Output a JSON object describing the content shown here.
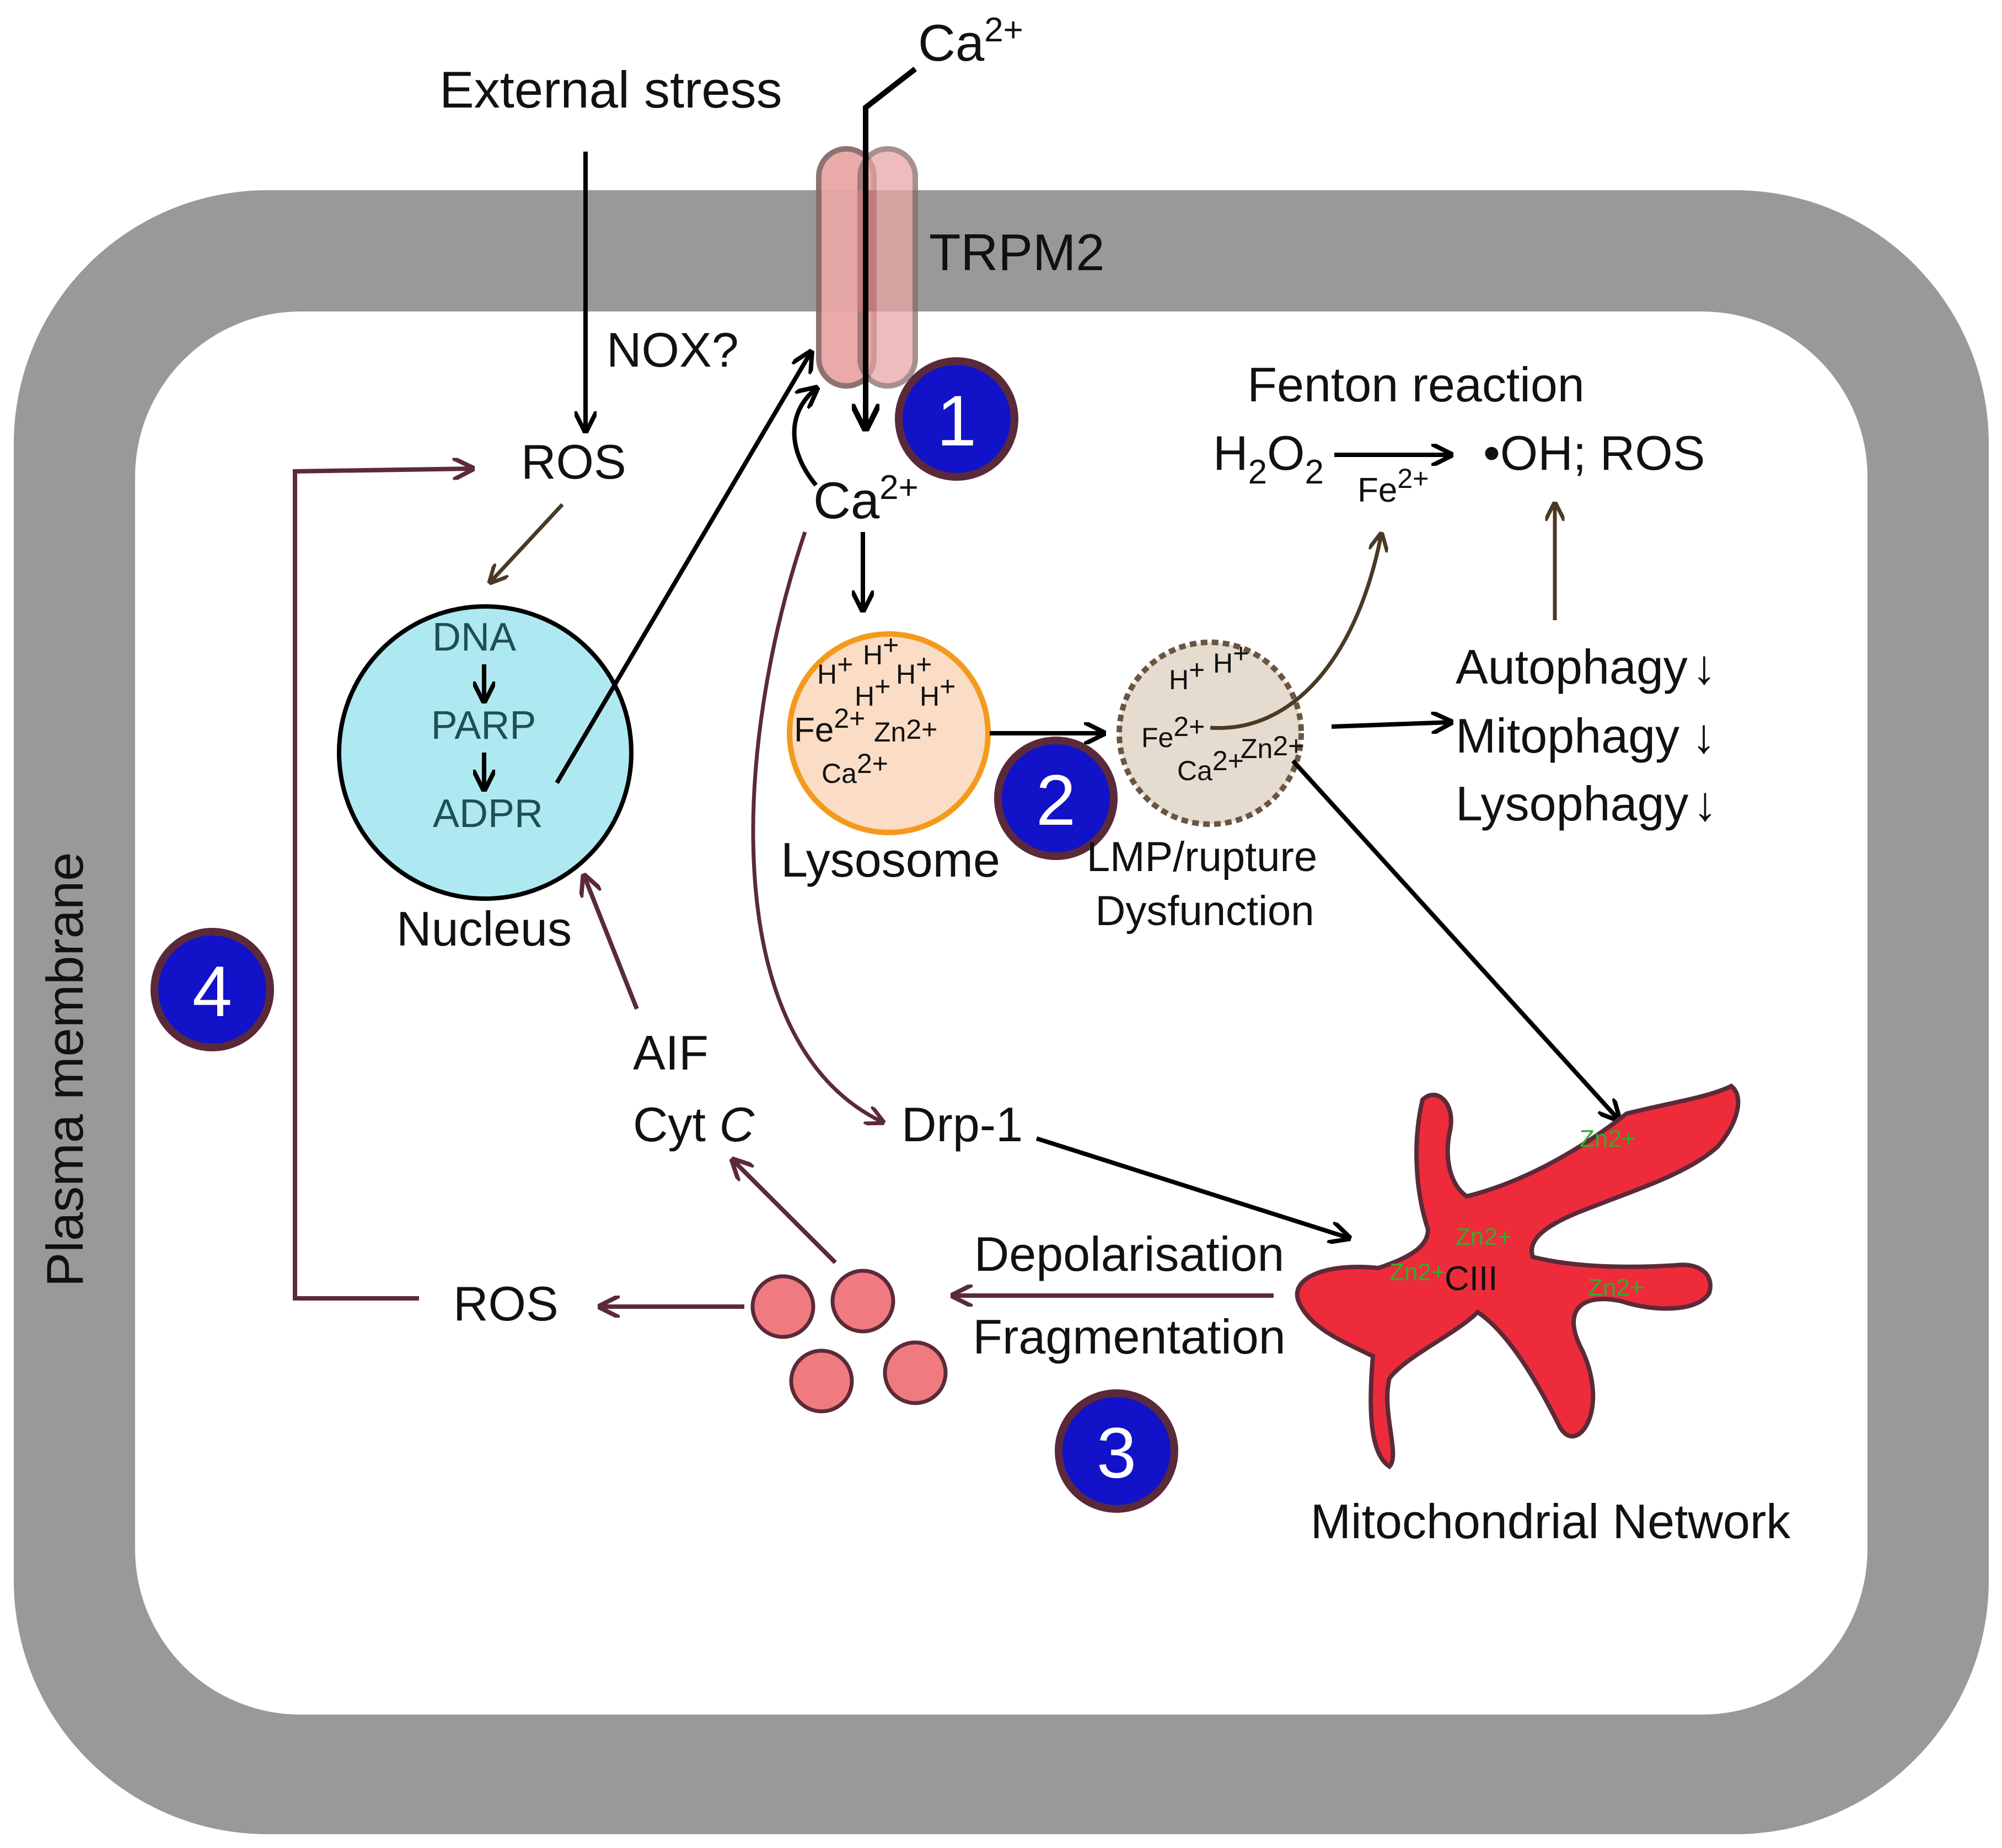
{
  "labels": {
    "external_stress": "External stress",
    "ca_in": "Ca",
    "ca_in_sup": "2+",
    "trpm2": "TRPM2",
    "nox": "NOX?",
    "ros_top": "ROS",
    "ca_cyt": "Ca",
    "ca_cyt_sup": "2+",
    "fenton_title": "Fenton reaction",
    "h2o2": "H",
    "h2o2_sub1": "2",
    "h2o2_o": "O",
    "h2o2_sub2": "2",
    "fenton_fe": "Fe",
    "fenton_fe_sup": "2+",
    "fenton_product": "•OH; ROS",
    "nucleus": "Nucleus",
    "lysosome": "Lysosome",
    "lmp_line1": "LMP/rupture",
    "lmp_line2": "Dysfunction",
    "plasma_membrane": "Plasma membrane",
    "aif": "AIF",
    "cyt": "Cyt ",
    "cyt_c": "C",
    "drp1": "Drp-1",
    "depolarisation": "Depolarisation",
    "fragmentation": "Fragmentation",
    "ros_bottom": "ROS",
    "mito_network": "Mitochondrial Network",
    "ciii": "CIII"
  },
  "nucleus_items": [
    "DNA",
    "PARP",
    "ADPR"
  ],
  "lysosome_ions": {
    "h": "H",
    "h_sup": "+",
    "fe": "Fe",
    "fe_sup": "2+",
    "zn": "Zn",
    "zn_sup": "2+",
    "ca": "Ca",
    "ca_sup": "2+"
  },
  "mito_zn": "Zn2+",
  "phagy": [
    {
      "label": "Autophagy",
      "arrow": "↓"
    },
    {
      "label": "Mitophagy",
      "arrow": "↓"
    },
    {
      "label": "Lysophagy",
      "arrow": "↓"
    }
  ],
  "badges": [
    "1",
    "2",
    "3",
    "4"
  ],
  "colors": {
    "membrane": "#999999",
    "nucleus_fill": "#aee9f1",
    "lysosome_fill": "#fbdcc5",
    "lysosome_stroke": "#f39a1d",
    "damaged_fill": "#e5dbcf",
    "damaged_stroke": "#6a5640",
    "mito_fill": "#ee2b3a",
    "fragment_fill": "#ef7a80",
    "badge_fill": "#1212c8",
    "badge_stroke": "#5a2a3a",
    "arrow_black": "#000000",
    "arrow_maroon": "#5b2a38",
    "arrow_brown": "#4a3a25",
    "trpm2_fill": "#e9a6a6"
  }
}
